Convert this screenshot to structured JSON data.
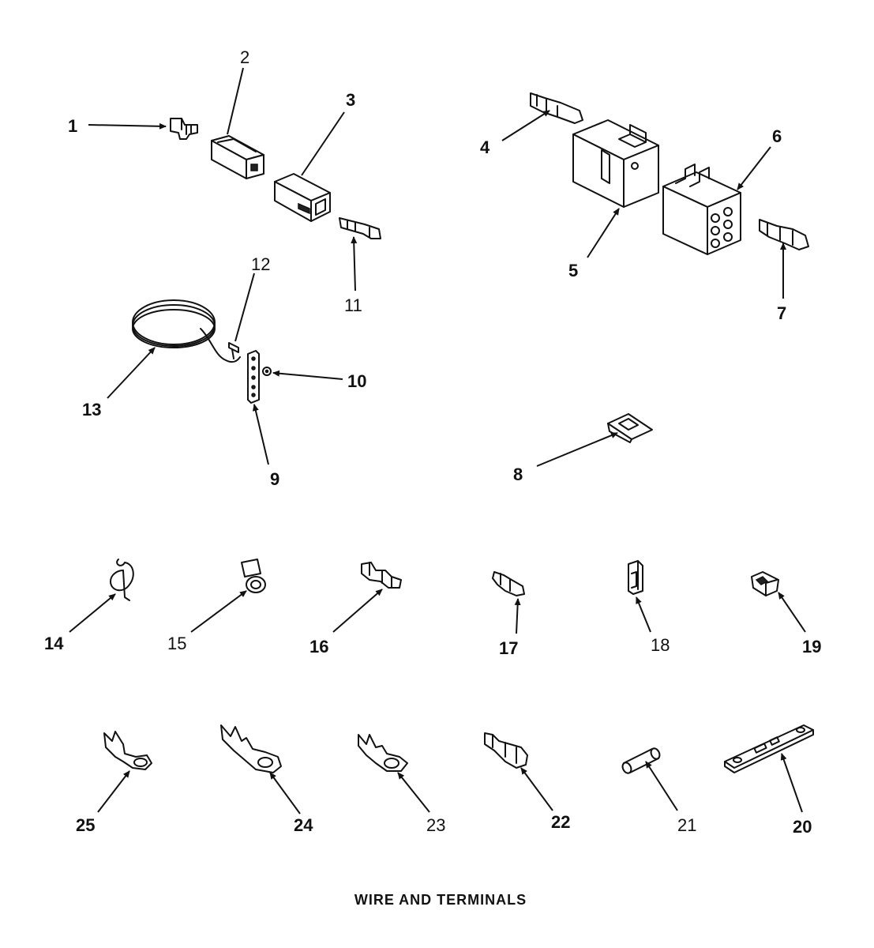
{
  "title": "WIRE AND TERMINALS",
  "callouts": {
    "p1": "1",
    "p2": "2",
    "p3": "3",
    "p4": "4",
    "p5": "5",
    "p6": "6",
    "p7": "7",
    "p8": "8",
    "p9": "9",
    "p10": "10",
    "p11": "11",
    "p12": "12",
    "p13": "13",
    "p14": "14",
    "p15": "15",
    "p16": "16",
    "p17": "17",
    "p18": "18",
    "p19": "19",
    "p20": "20",
    "p21": "21",
    "p22": "22",
    "p23": "23",
    "p24": "24",
    "p25": "25"
  }
}
